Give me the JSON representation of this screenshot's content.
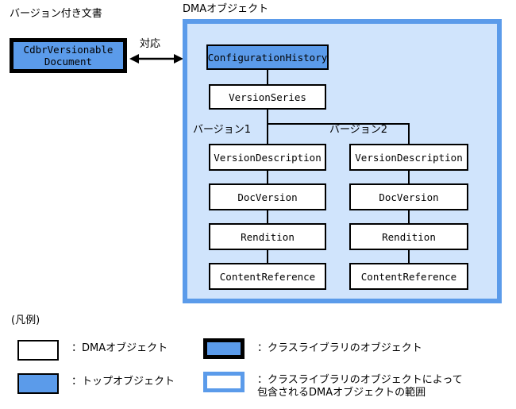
{
  "diagram": {
    "left_section": {
      "caption": "バージョン付き文書",
      "box_label": "CdbrVersionable\nDocument"
    },
    "relation": {
      "label": "対応",
      "arrow": "double-headed-arrow"
    },
    "right_section": {
      "caption": "DMAオブジェクト",
      "root": "ConfigurationHistory",
      "series": "VersionSeries",
      "branches": [
        {
          "label": "バージョン1",
          "nodes": [
            "VersionDescription",
            "DocVersion",
            "Rendition",
            "ContentReference"
          ]
        },
        {
          "label": "バージョン2",
          "nodes": [
            "VersionDescription",
            "DocVersion",
            "Rendition",
            "ContentReference"
          ]
        }
      ]
    }
  },
  "legend": {
    "title": "(凡例)",
    "items": [
      {
        "swatch": "white-box-thin-black-border",
        "text": "：DMAオブジェクト"
      },
      {
        "swatch": "blue-box-thin-black-border",
        "text": "：トップオブジェクト"
      },
      {
        "swatch": "blue-box-thick-black-border",
        "text": "：クラスライブラリのオブジェクト"
      },
      {
        "swatch": "white-box-thick-blue-border",
        "text": "：クラスライブラリのオブジェクトによって\n  包含されるDMAオブジェクトの範囲"
      }
    ]
  },
  "colors": {
    "accent_blue": "#5b9bea",
    "container_fill": "#d0e4fc",
    "outline": "#000000",
    "background": "#ffffff"
  }
}
